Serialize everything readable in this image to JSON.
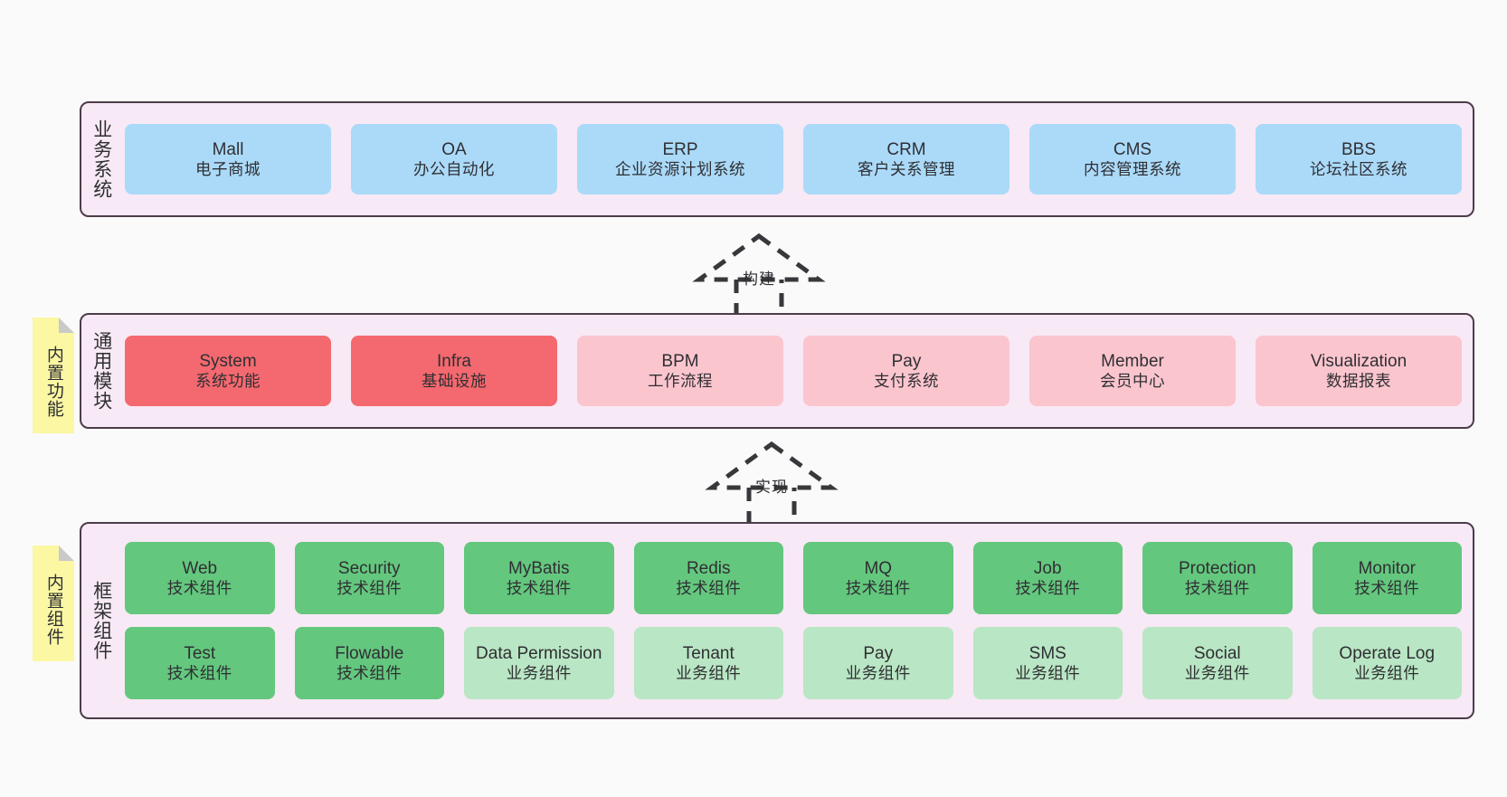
{
  "diagram": {
    "background_color": "#fafafa",
    "layer_fill": "#f7e9f5",
    "layer_border": "#4d3c4a"
  },
  "notes": [
    {
      "id": "builtin-functions",
      "text": "内置功能",
      "color": "#fbf7a3"
    },
    {
      "id": "builtin-components",
      "text": "内置组件",
      "color": "#fbf7a3"
    }
  ],
  "layers": [
    {
      "id": "business-system",
      "title": "业务系统",
      "card_color": "#abdaf9",
      "cards": [
        {
          "en": "Mall",
          "cn": "电子商城"
        },
        {
          "en": "OA",
          "cn": "办公自动化"
        },
        {
          "en": "ERP",
          "cn": "企业资源计划系统"
        },
        {
          "en": "CRM",
          "cn": "客户关系管理"
        },
        {
          "en": "CMS",
          "cn": "内容管理系统"
        },
        {
          "en": "BBS",
          "cn": "论坛社区系统"
        }
      ]
    },
    {
      "id": "common-module",
      "title": "通用模块",
      "cards": [
        {
          "en": "System",
          "cn": "系统功能",
          "color": "#f4696f"
        },
        {
          "en": "Infra",
          "cn": "基础设施",
          "color": "#f4696f"
        },
        {
          "en": "BPM",
          "cn": "工作流程",
          "color": "#fbc5ce"
        },
        {
          "en": "Pay",
          "cn": "支付系统",
          "color": "#fbc5ce"
        },
        {
          "en": "Member",
          "cn": "会员中心",
          "color": "#fbc5ce"
        },
        {
          "en": "Visualization",
          "cn": "数据报表",
          "color": "#fbc5ce"
        }
      ]
    },
    {
      "id": "framework-component",
      "title": "框架组件",
      "rows": [
        [
          {
            "en": "Web",
            "cn": "技术组件",
            "color": "#64c77e"
          },
          {
            "en": "Security",
            "cn": "技术组件",
            "color": "#64c77e"
          },
          {
            "en": "MyBatis",
            "cn": "技术组件",
            "color": "#64c77e"
          },
          {
            "en": "Redis",
            "cn": "技术组件",
            "color": "#64c77e"
          },
          {
            "en": "MQ",
            "cn": "技术组件",
            "color": "#64c77e"
          },
          {
            "en": "Job",
            "cn": "技术组件",
            "color": "#64c77e"
          },
          {
            "en": "Protection",
            "cn": "技术组件",
            "color": "#64c77e"
          },
          {
            "en": "Monitor",
            "cn": "技术组件",
            "color": "#64c77e"
          }
        ],
        [
          {
            "en": "Test",
            "cn": "技术组件",
            "color": "#64c77e"
          },
          {
            "en": "Flowable",
            "cn": "技术组件",
            "color": "#64c77e"
          },
          {
            "en": "Data Permission",
            "cn": "业务组件",
            "color": "#b9e6c4",
            "wrap": true
          },
          {
            "en": "Tenant",
            "cn": "业务组件",
            "color": "#b9e6c4"
          },
          {
            "en": "Pay",
            "cn": "业务组件",
            "color": "#b9e6c4"
          },
          {
            "en": "SMS",
            "cn": "业务组件",
            "color": "#b9e6c4"
          },
          {
            "en": "Social",
            "cn": "业务组件",
            "color": "#b9e6c4"
          },
          {
            "en": "Operate Log",
            "cn": "业务组件",
            "color": "#b9e6c4"
          }
        ]
      ]
    }
  ],
  "arrows": [
    {
      "id": "build",
      "label": "构建",
      "style": "dashed-generalization",
      "direction": "up"
    },
    {
      "id": "implement",
      "label": "实现",
      "style": "dashed-generalization",
      "direction": "up"
    }
  ]
}
